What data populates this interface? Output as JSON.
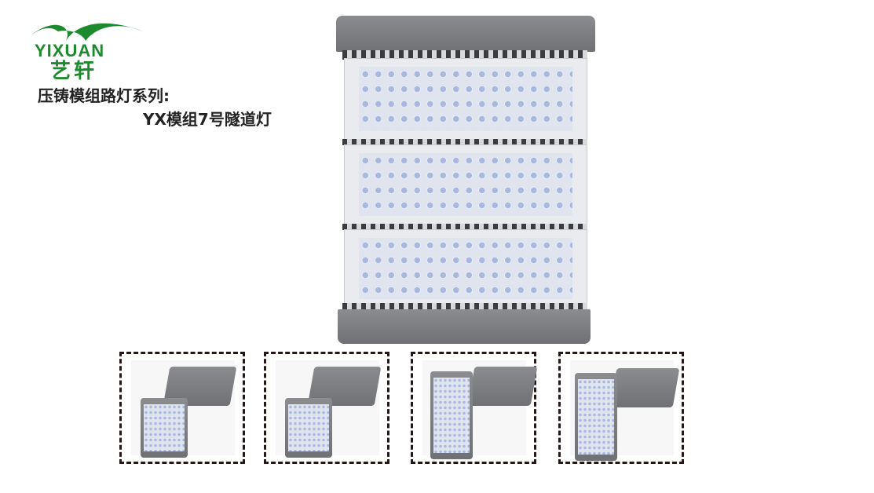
{
  "logo": {
    "brand_en": "YIXUAN",
    "brand_cn": "艺轩",
    "color": "#1e8a2e"
  },
  "title": {
    "series": "压铸模组路灯系列:",
    "product": "YX模组7号隧道灯"
  },
  "thumbnails": [
    {
      "name": "view-1"
    },
    {
      "name": "view-2"
    },
    {
      "name": "view-3"
    },
    {
      "name": "view-4"
    }
  ]
}
